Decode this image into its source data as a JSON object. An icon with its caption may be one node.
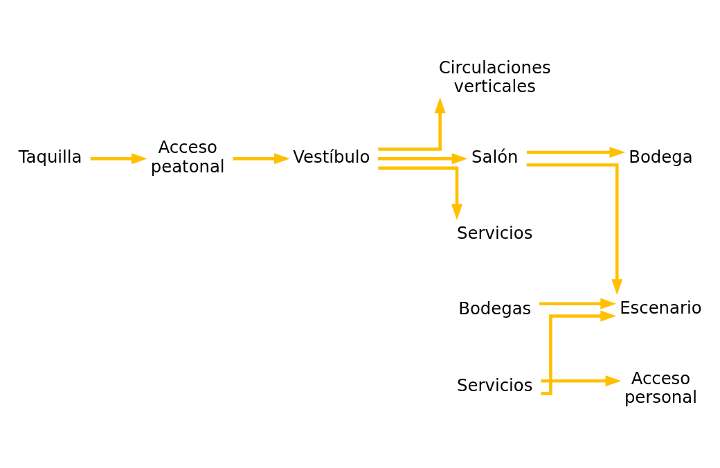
{
  "diagram": {
    "nodes": [
      {
        "text": [
          "Taquilla"
        ]
      },
      {
        "text": [
          "Acceso peatonal"
        ]
      },
      {
        "text": [
          "Circulaciones verticales"
        ]
      },
      {
        "text": [
          "Bodega"
        ]
      },
      {
        "text": [
          "Vestíbulo"
        ]
      },
      {
        "text": [
          "Salón"
        ]
      },
      {
        "text": [
          "Escenario"
        ]
      },
      {
        "text": [
          "Servicios"
        ]
      },
      {
        "text": [
          "Bodegas"
        ]
      },
      {
        "text": [
          "Servicios"
        ]
      },
      {
        "text": [
          "Acceso personal"
        ]
      }
    ],
    "edges": [
      {
        "from": 0,
        "to": 1,
        "arrow": "to"
      },
      {
        "from": 1,
        "to": 4,
        "arrow": "to"
      },
      {
        "from": 4,
        "to": 2,
        "arrow": "to"
      },
      {
        "from": 4,
        "to": 7,
        "arrow": "to"
      },
      {
        "from": 4,
        "to": 5,
        "arrow": "to"
      },
      {
        "from": 5,
        "to": 3,
        "arrow": "to"
      },
      {
        "from": 5,
        "to": 6,
        "arrow": "to"
      },
      {
        "from": 9,
        "to": 6,
        "arrow": "to"
      },
      {
        "from": 8,
        "to": 6,
        "arrow": "to"
      },
      {
        "from": 9,
        "to": 10,
        "arrow": "to"
      }
    ]
  }
}
